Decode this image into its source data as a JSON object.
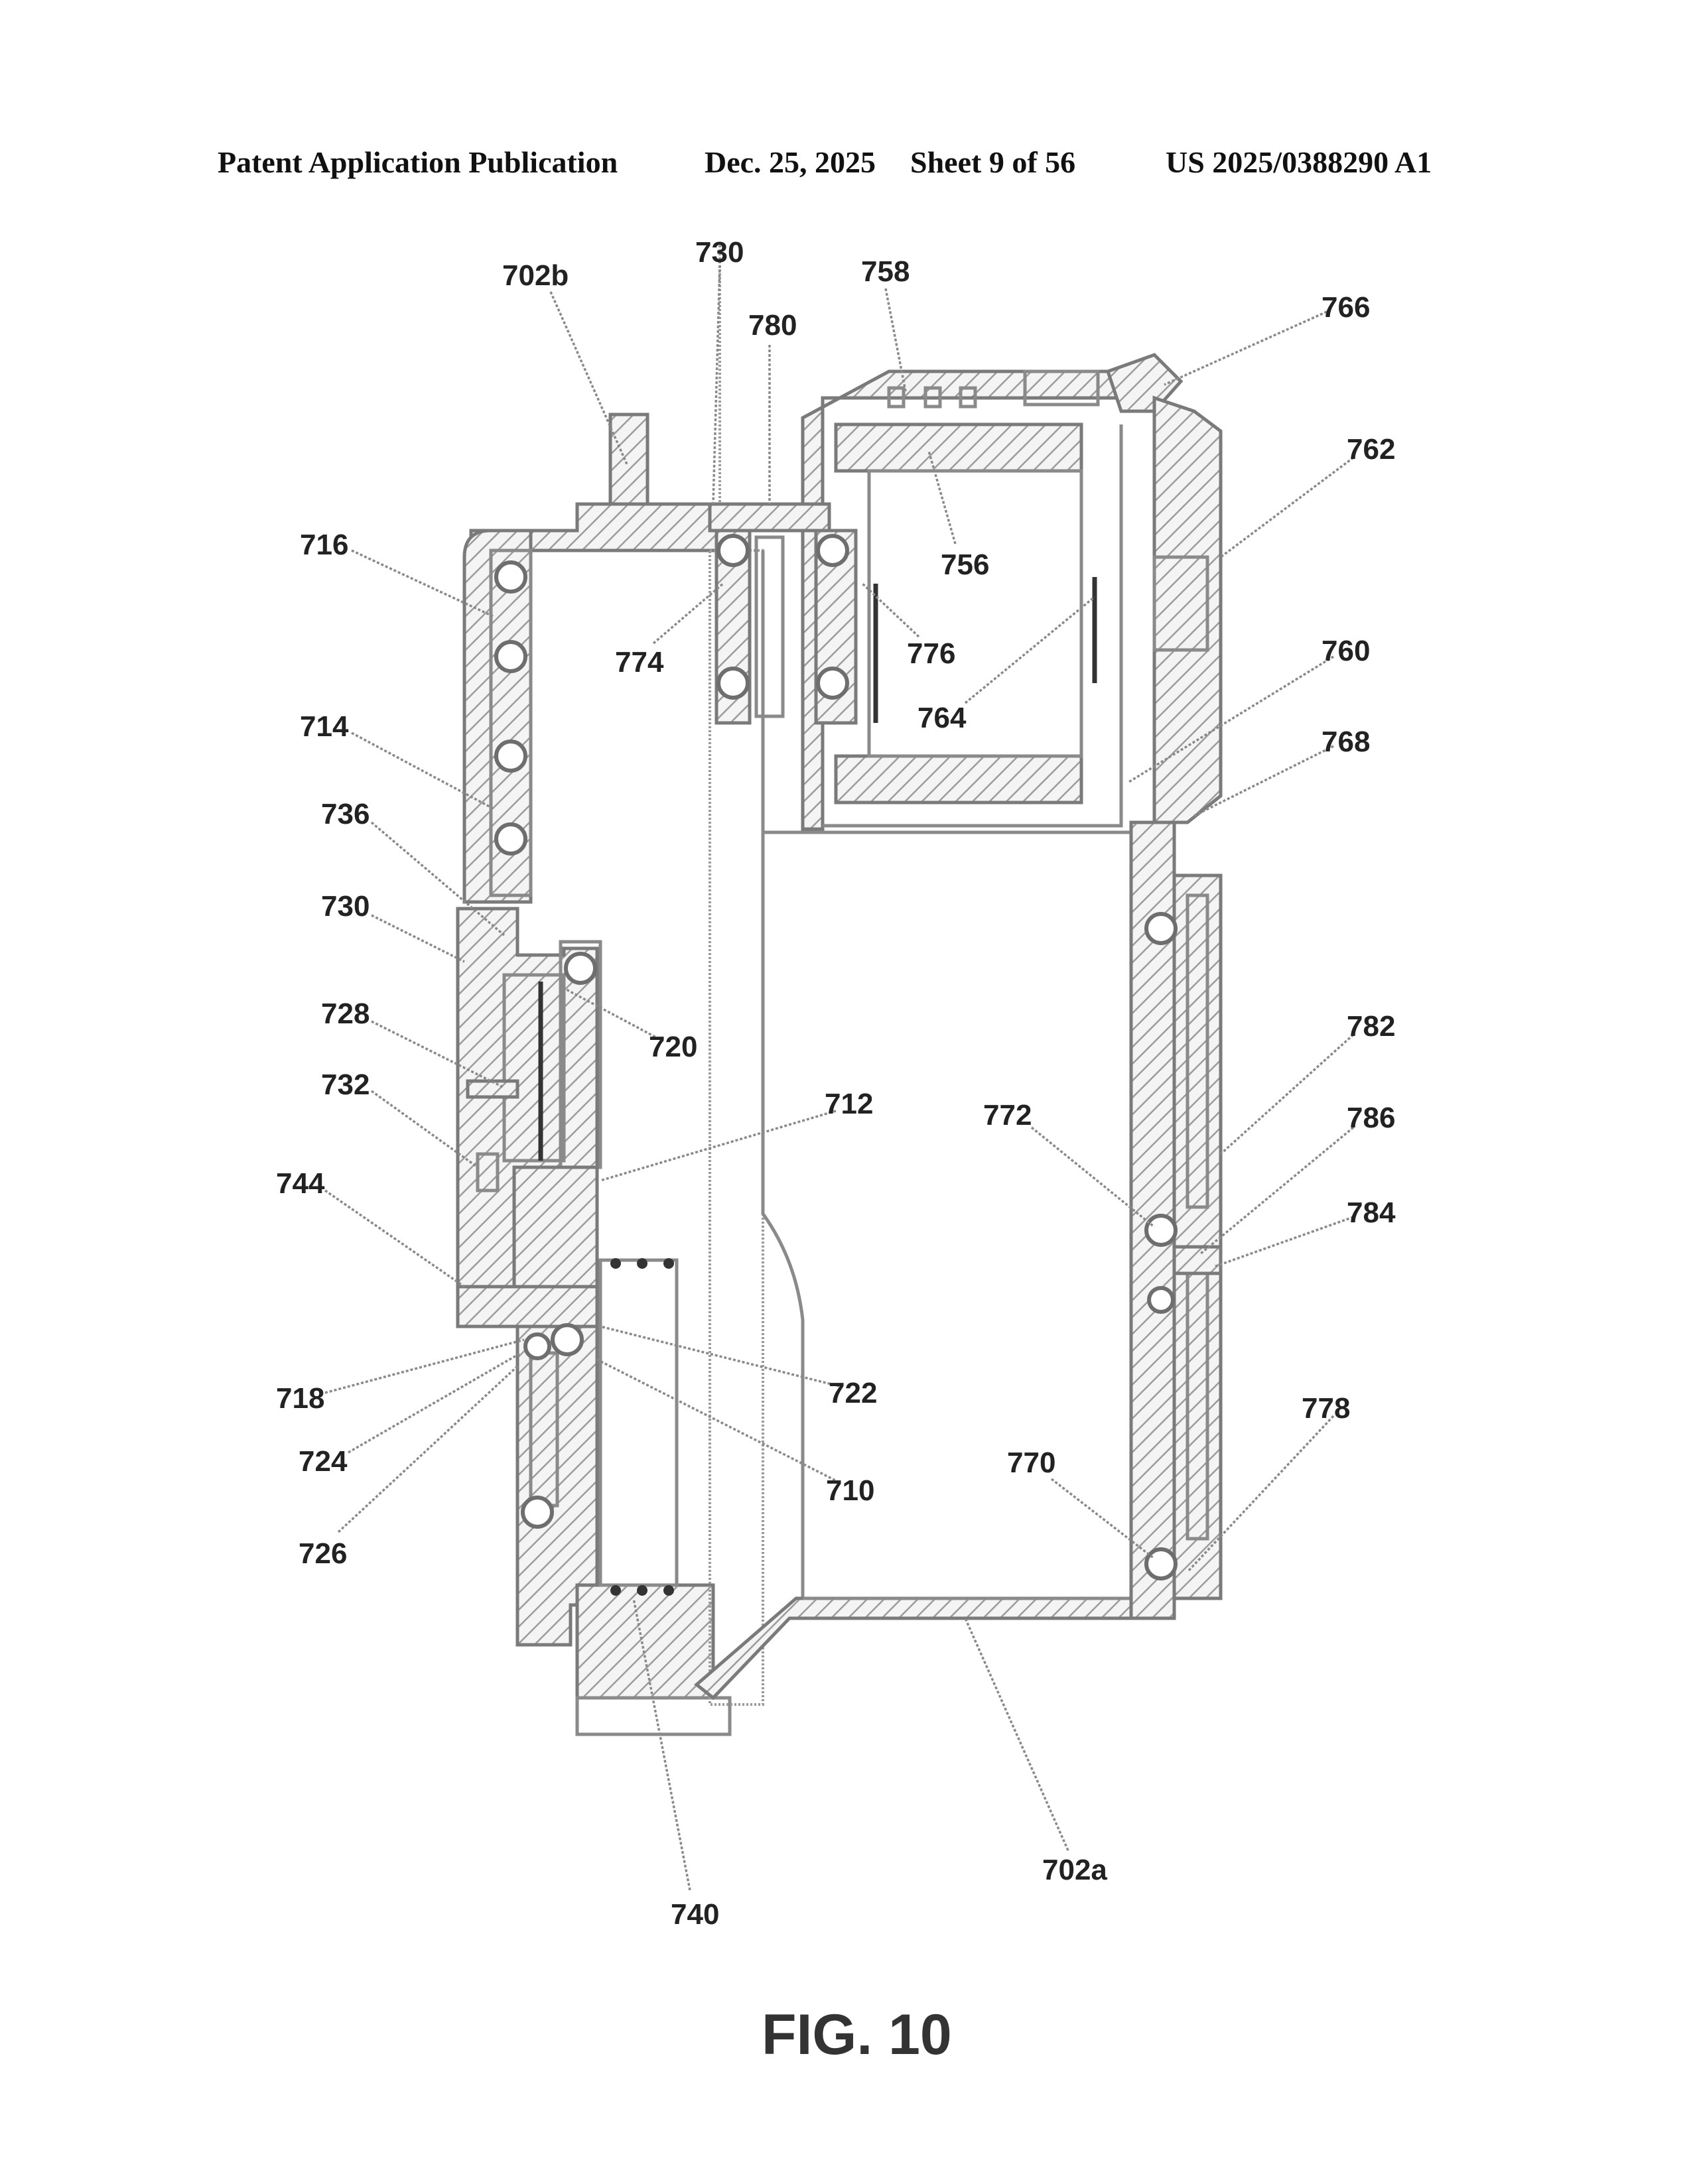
{
  "header": {
    "title": "Patent Application Publication",
    "date": "Dec. 25, 2025",
    "sheet": "Sheet 9 of 56",
    "number": "US 2025/0388290 A1"
  },
  "figure": {
    "label": "FIG. 10",
    "reference_numerals": [
      {
        "id": "702b",
        "text": "702b"
      },
      {
        "id": "730-top",
        "text": "730"
      },
      {
        "id": "780",
        "text": "780"
      },
      {
        "id": "758",
        "text": "758"
      },
      {
        "id": "766",
        "text": "766"
      },
      {
        "id": "762",
        "text": "762"
      },
      {
        "id": "756",
        "text": "756"
      },
      {
        "id": "776",
        "text": "776"
      },
      {
        "id": "764",
        "text": "764"
      },
      {
        "id": "760",
        "text": "760"
      },
      {
        "id": "768",
        "text": "768"
      },
      {
        "id": "716",
        "text": "716"
      },
      {
        "id": "774",
        "text": "774"
      },
      {
        "id": "714",
        "text": "714"
      },
      {
        "id": "736",
        "text": "736"
      },
      {
        "id": "730-left",
        "text": "730"
      },
      {
        "id": "728",
        "text": "728"
      },
      {
        "id": "720",
        "text": "720"
      },
      {
        "id": "732",
        "text": "732"
      },
      {
        "id": "712",
        "text": "712"
      },
      {
        "id": "744",
        "text": "744"
      },
      {
        "id": "772",
        "text": "772"
      },
      {
        "id": "782",
        "text": "782"
      },
      {
        "id": "786",
        "text": "786"
      },
      {
        "id": "784",
        "text": "784"
      },
      {
        "id": "718",
        "text": "718"
      },
      {
        "id": "722",
        "text": "722"
      },
      {
        "id": "724",
        "text": "724"
      },
      {
        "id": "710",
        "text": "710"
      },
      {
        "id": "726",
        "text": "726"
      },
      {
        "id": "770",
        "text": "770"
      },
      {
        "id": "778",
        "text": "778"
      },
      {
        "id": "740",
        "text": "740"
      },
      {
        "id": "702a",
        "text": "702a"
      }
    ]
  }
}
